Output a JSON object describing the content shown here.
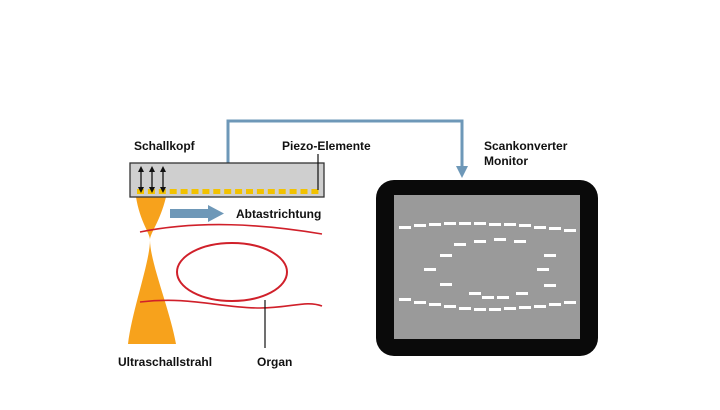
{
  "labels": {
    "transducer": "Schallkopf",
    "piezo": "Piezo-Elemente",
    "scanconverter": "Scankonverter",
    "monitor": "Monitor",
    "scan_direction": "Abtastrichtung",
    "beam": "Ultraschallstrahl",
    "organ": "Organ"
  },
  "colors": {
    "connector": "#6e98b8",
    "transducer_fill": "#cfcfcf",
    "piezo_element": "#f2c200",
    "beam": "#f7a21c",
    "tissue_line": "#d0202a",
    "monitor_frame": "#0a0a0a",
    "screen": "#9a9a9a",
    "echo": "#ffffff"
  },
  "transducer": {
    "piezo_count": 17,
    "active_elements": 3
  }
}
